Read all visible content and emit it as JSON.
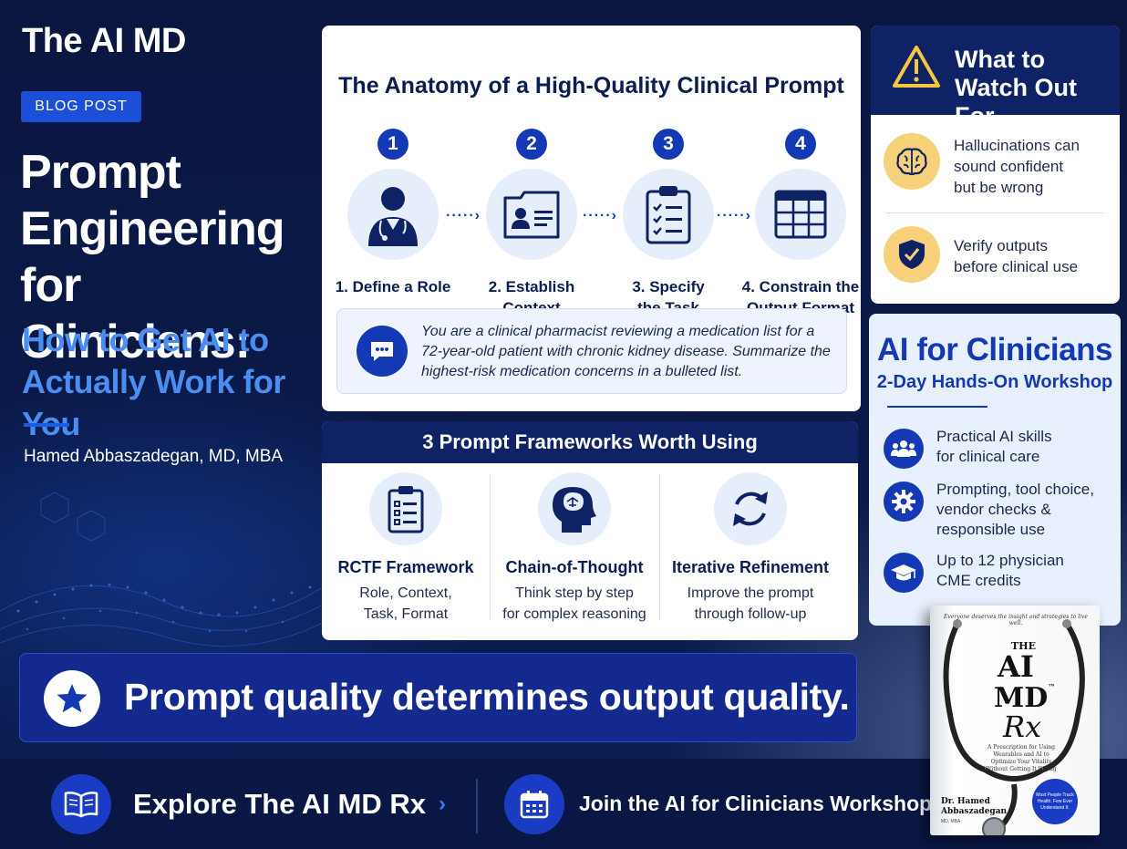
{
  "brand": "The AI MD",
  "badge": "BLOG POST",
  "hero": {
    "title_lines": [
      "Prompt",
      "Engineering",
      "for Clinicians:"
    ],
    "subtitle_lines": [
      "How to Get AI to",
      "Actually Work for You"
    ],
    "author": "Hamed Abbaszadegan, MD, MBA"
  },
  "anatomy": {
    "title": "The Anatomy of a High-Quality Clinical Prompt",
    "steps": [
      {
        "num": "1",
        "label_lines": [
          "1. Define a Role",
          ""
        ],
        "icon": "doctor-icon"
      },
      {
        "num": "2",
        "label_lines": [
          "2. Establish",
          "Context"
        ],
        "icon": "id-card-icon"
      },
      {
        "num": "3",
        "label_lines": [
          "3. Specify",
          "the Task"
        ],
        "icon": "clipboard-checklist-icon"
      },
      {
        "num": "4",
        "label_lines": [
          "4. Constrain the",
          "Output Format"
        ],
        "icon": "table-icon"
      }
    ],
    "connector": "·····›",
    "example": "You are a clinical pharmacist reviewing a medication list for a 72-year-old patient with chronic kidney disease. Summarize the highest-risk medication concerns in a bulleted list."
  },
  "frameworks": {
    "title": "3 Prompt Frameworks Worth Using",
    "items": [
      {
        "title": "RCTF Framework",
        "desc_lines": [
          "Role, Context,",
          "Task, Format"
        ],
        "icon": "clipboard-list-icon"
      },
      {
        "title": "Chain-of-Thought",
        "desc_lines": [
          "Think step by step",
          "for complex reasoning"
        ],
        "icon": "head-brain-icon"
      },
      {
        "title": "Iterative Refinement",
        "desc_lines": [
          "Improve the prompt",
          "through follow-up"
        ],
        "icon": "refresh-icon"
      }
    ]
  },
  "watch": {
    "title_lines": [
      "What to",
      "Watch Out For"
    ],
    "items": [
      {
        "lines": [
          "Hallucinations can",
          "sound confident",
          "but be wrong"
        ],
        "icon": "brain-icon"
      },
      {
        "lines": [
          "Verify outputs",
          "before clinical use"
        ],
        "icon": "shield-check-icon"
      }
    ]
  },
  "workshop": {
    "title": "AI for Clinicians",
    "subtitle": "2-Day Hands-On Workshop",
    "items": [
      {
        "lines": [
          "Practical AI skills",
          "for clinical care"
        ],
        "icon": "people-icon"
      },
      {
        "lines": [
          "Prompting, tool choice,",
          "vendor checks &",
          "responsible use"
        ],
        "icon": "gear-icon"
      },
      {
        "lines": [
          "Up to 12 physician",
          "CME credits"
        ],
        "icon": "graduation-cap-icon"
      }
    ]
  },
  "banner": {
    "text": "Prompt quality determines output quality.",
    "icon": "star-icon"
  },
  "cta": {
    "book": {
      "label": "Explore The AI MD Rx",
      "icon": "open-book-icon",
      "arrow": "›"
    },
    "workshop": {
      "label": "Join the AI for Clinicians Workshop",
      "icon": "calendar-icon",
      "arrow": "›"
    }
  },
  "book_cover": {
    "tagline": "Everyone deserves the insight and strategies to live well.",
    "the": "THE",
    "ai": "AI",
    "md": "MD",
    "tm": "™",
    "rx": "Rx",
    "description": "A Prescription for Using Wearables and AI to Optimize Your Vitality Without Getting It Wrong",
    "author_lines": [
      "Dr. Hamed",
      "Abbaszadegan"
    ],
    "credentials": "MD, MBA",
    "seal": "Most People Track Health. Few Ever Understand It."
  },
  "colors": {
    "navy": "#0a1538",
    "accent_blue": "#1439b4",
    "light_blue_text": "#4a8ff0",
    "warning_yellow": "#f6d17a"
  }
}
